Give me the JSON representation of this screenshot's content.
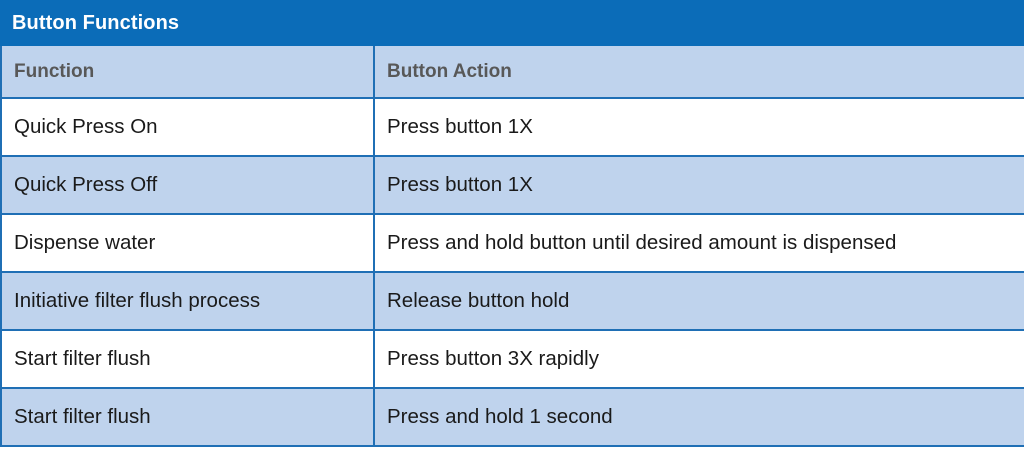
{
  "title_bar": {
    "title": "Button Functions"
  },
  "colors": {
    "title_bar_blue": "#0b6cb8",
    "band_light_blue": "#bfd3ed",
    "border_blue": "#1f6fb5",
    "header_text_gray": "#585858",
    "body_text": "#1a1a1a",
    "row_white": "#ffffff"
  },
  "table": {
    "columns": [
      {
        "label": "Function"
      },
      {
        "label": "Button Action"
      }
    ],
    "rows": [
      {
        "function": "Quick Press On",
        "action": "Press button 1X"
      },
      {
        "function": "Quick Press Off",
        "action": "Press button 1X"
      },
      {
        "function": "Dispense water",
        "action": "Press and hold button until desired amount is dispensed"
      },
      {
        "function": "Initiative filter flush process",
        "action": "Release button hold"
      },
      {
        "function": "Start filter flush",
        "action": "Press button 3X rapidly"
      },
      {
        "function": "Start filter flush",
        "action": "Press and hold 1 second"
      }
    ]
  }
}
